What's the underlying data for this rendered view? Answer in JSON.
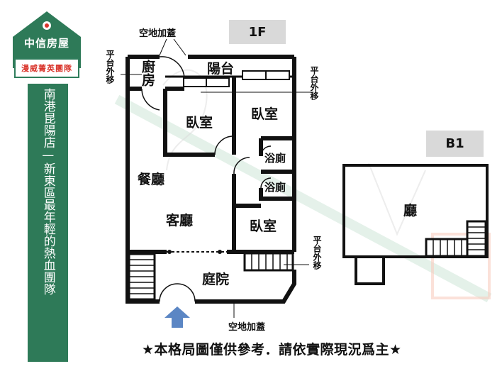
{
  "brand": {
    "name": "中信房屋",
    "slogan": "漫威菁英團隊",
    "store_text": "南港昆陽店—新東區最年輕的熱血團隊",
    "colors": {
      "green": "#2e7a58",
      "red": "#d9342b"
    }
  },
  "floors": {
    "first_floor": {
      "label": "1F",
      "rooms": {
        "kitchen": "廚房",
        "balcony": "陽台",
        "bedroom_1": "臥室",
        "bedroom_2": "臥室",
        "bathroom_1": "浴廁",
        "bathroom_2": "浴廁",
        "dining": "餐廳",
        "living": "客廳",
        "bedroom_3": "臥室",
        "courtyard": "庭院"
      },
      "notes": {
        "open_space_top": "空地加蓋",
        "platform_left": "平台外移",
        "platform_right_top": "平台外移",
        "platform_right_bottom": "平台外移",
        "open_space_bottom": "空地加蓋"
      }
    },
    "basement": {
      "label": "B1",
      "rooms": {
        "hall": "廳"
      }
    }
  },
  "disclaimer": "★本格局圖僅供參考．請依實際現況爲主★",
  "entrance_arrow_color": "#5b86c4",
  "watermark_color": "#cfe6d8"
}
